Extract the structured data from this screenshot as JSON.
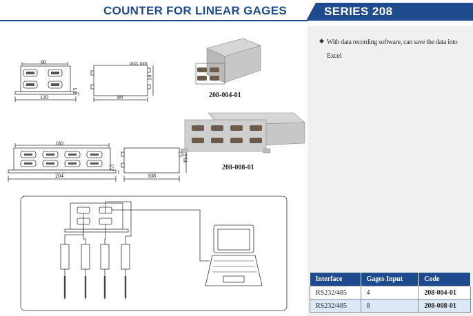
{
  "header": {
    "title": "COUNTER FOR LINEAR GAGES",
    "series": "SERIES 208",
    "accent": "#1e4a8e"
  },
  "features": [
    "With data recording software, can save the data into Excel"
  ],
  "drawings": {
    "unit_note": "unit: mm",
    "small": {
      "top_width": "90",
      "bottom_width": "120",
      "side_length": "89",
      "height": "50",
      "foot": "2.5"
    },
    "large": {
      "top_width": "180",
      "bottom_width": "204",
      "side_length": "108",
      "height": "48.6",
      "foot": "2.5"
    }
  },
  "products": [
    {
      "label": "208-004-01"
    },
    {
      "label": "208-008-01"
    }
  ],
  "spec_table": {
    "headers": [
      "Interface",
      "Gages Input",
      "Code"
    ],
    "rows": [
      [
        "RS232/485",
        "4",
        "208-004-01"
      ],
      [
        "RS232/485",
        "8",
        "208-008-01"
      ]
    ]
  }
}
